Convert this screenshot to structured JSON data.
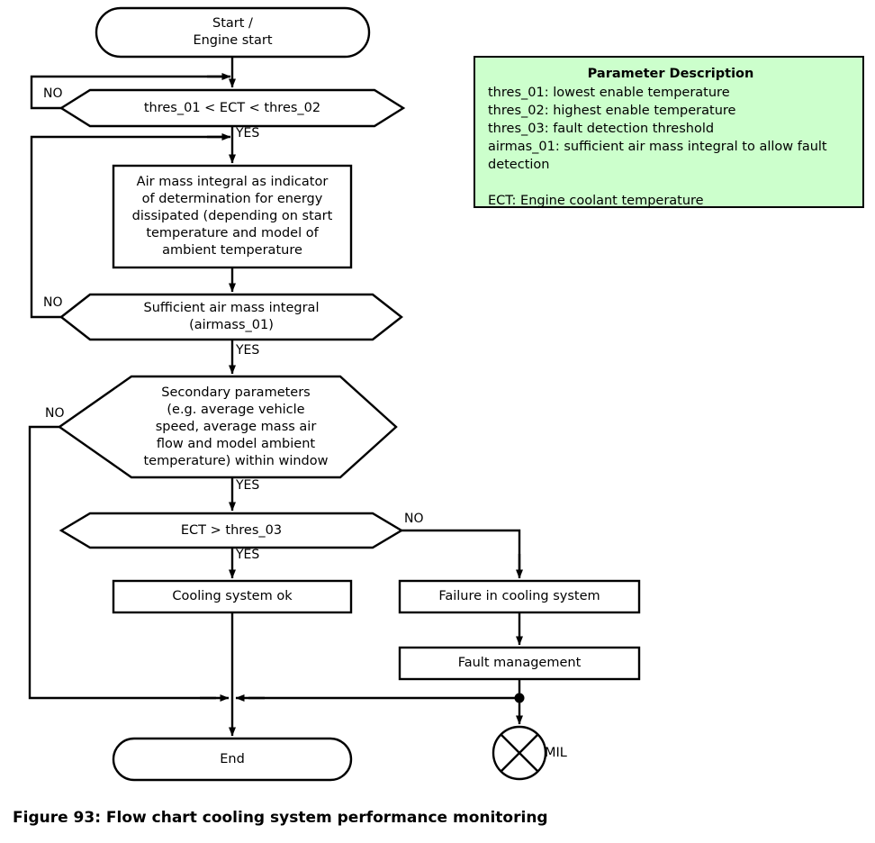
{
  "figure": {
    "caption": "Figure 93: Flow chart cooling system performance monitoring",
    "colors": {
      "legend_fill": "#ccffcc",
      "stroke": "#000000",
      "node_fill": "#ffffff"
    }
  },
  "legend": {
    "title": "Parameter Description",
    "lines": [
      "thres_01: lowest enable temperature",
      "thres_02: highest enable temperature",
      "thres_03: fault detection threshold",
      "airmas_01: sufficient air mass integral to allow fault",
      "detection"
    ],
    "extra_line": "ECT: Engine coolant temperature"
  },
  "flow": {
    "nodes": {
      "start": {
        "label": "Start /\nEngine start",
        "shape": "terminator"
      },
      "decision_temp_window": {
        "label": "thres_01 < ECT < thres_02",
        "shape": "decision"
      },
      "process_air_mass": {
        "label": "Air mass integral as indicator\nof determination for energy\ndissipated (depending on start\ntemperature and model of\nambient temperature",
        "shape": "process"
      },
      "decision_air_mass": {
        "label": "Sufficient air mass integral\n(airmass_01)",
        "shape": "decision"
      },
      "decision_secondary": {
        "label": "Secondary parameters\n(e.g. average vehicle\nspeed, average mass air\nflow and model ambient\ntemperature) within window",
        "shape": "decision"
      },
      "decision_ect": {
        "label": "ECT > thres_03",
        "shape": "decision"
      },
      "process_cooling_ok": {
        "label": "Cooling system ok",
        "shape": "process"
      },
      "process_failure": {
        "label": "Failure in cooling system",
        "shape": "process"
      },
      "process_fault_mgmt": {
        "label": "Fault management",
        "shape": "process"
      },
      "end": {
        "label": "End",
        "shape": "terminator"
      },
      "mil": {
        "label": "MIL",
        "shape": "lamp"
      }
    },
    "edge_labels": {
      "temp_no": "NO",
      "temp_yes": "YES",
      "airmass_no": "NO",
      "airmass_yes": "YES",
      "secondary_no": "NO",
      "secondary_yes": "YES",
      "ect_no": "NO",
      "ect_yes": "YES"
    }
  }
}
